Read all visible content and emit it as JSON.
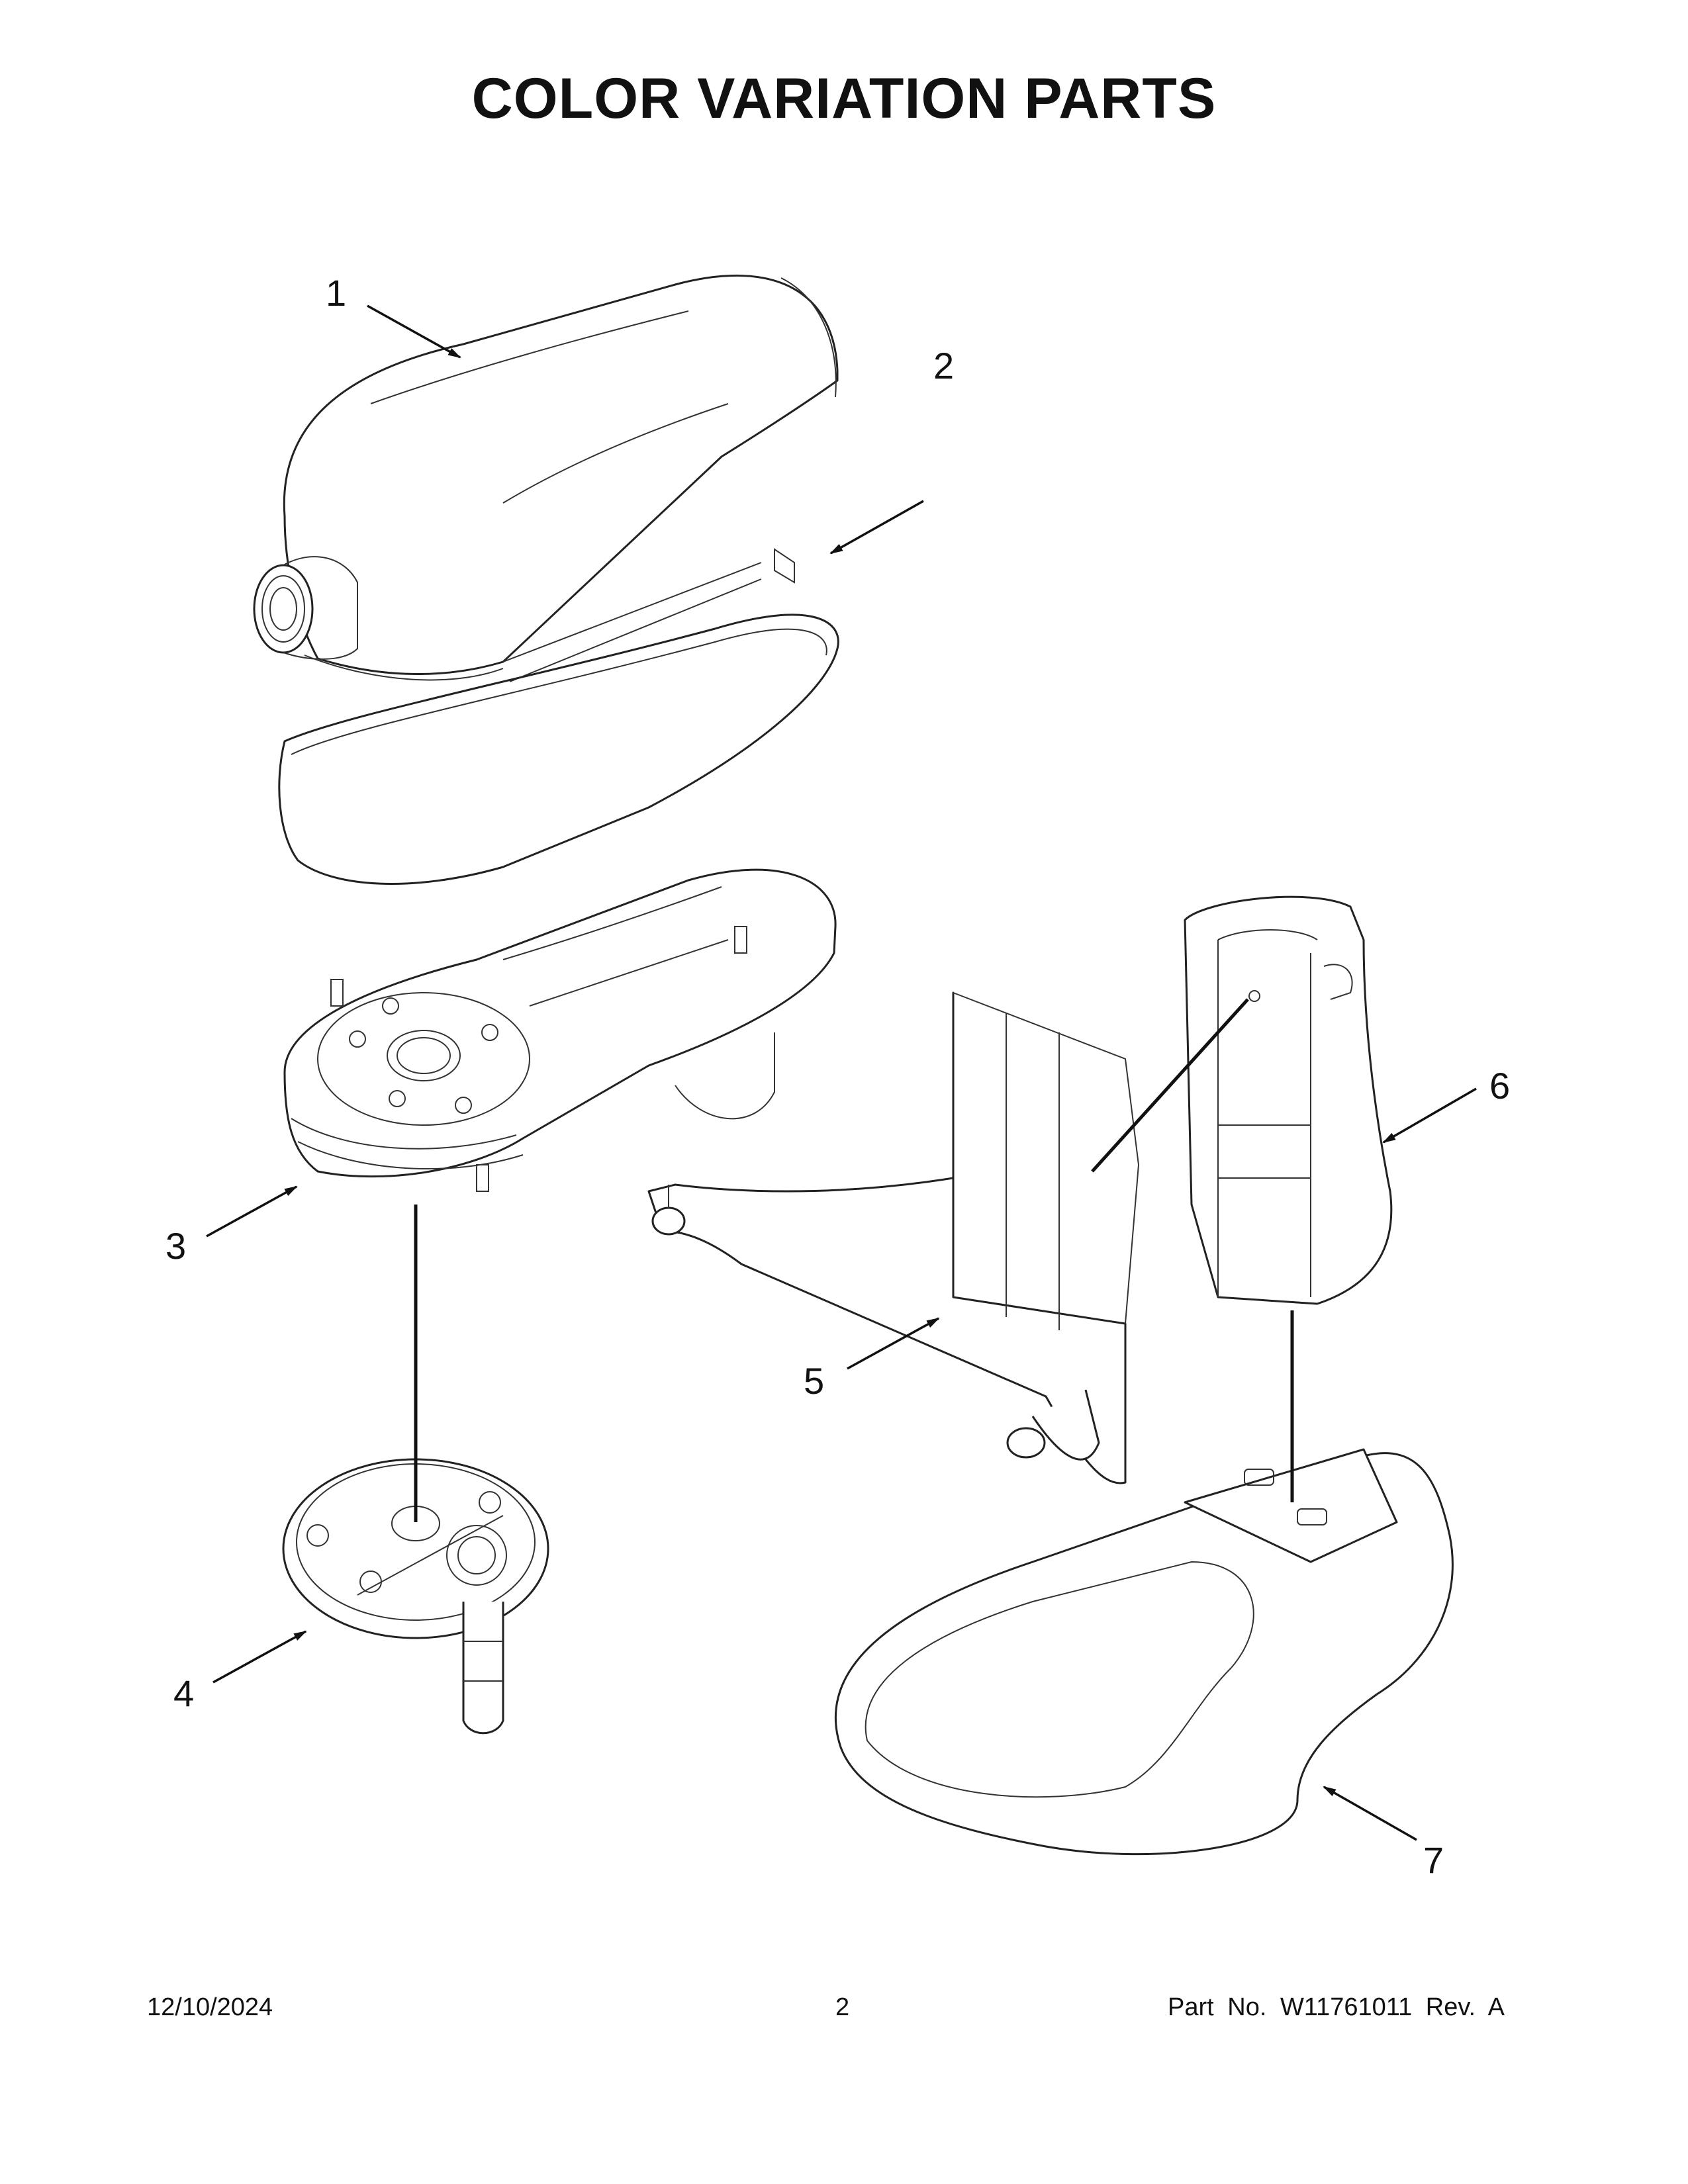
{
  "title": "COLOR VARIATION PARTS",
  "callouts": [
    "1",
    "2",
    "3",
    "4",
    "5",
    "6",
    "7"
  ],
  "footer": {
    "date": "12/10/2024",
    "page": "2",
    "part": "Part No.  W11761011  Rev.  A"
  }
}
